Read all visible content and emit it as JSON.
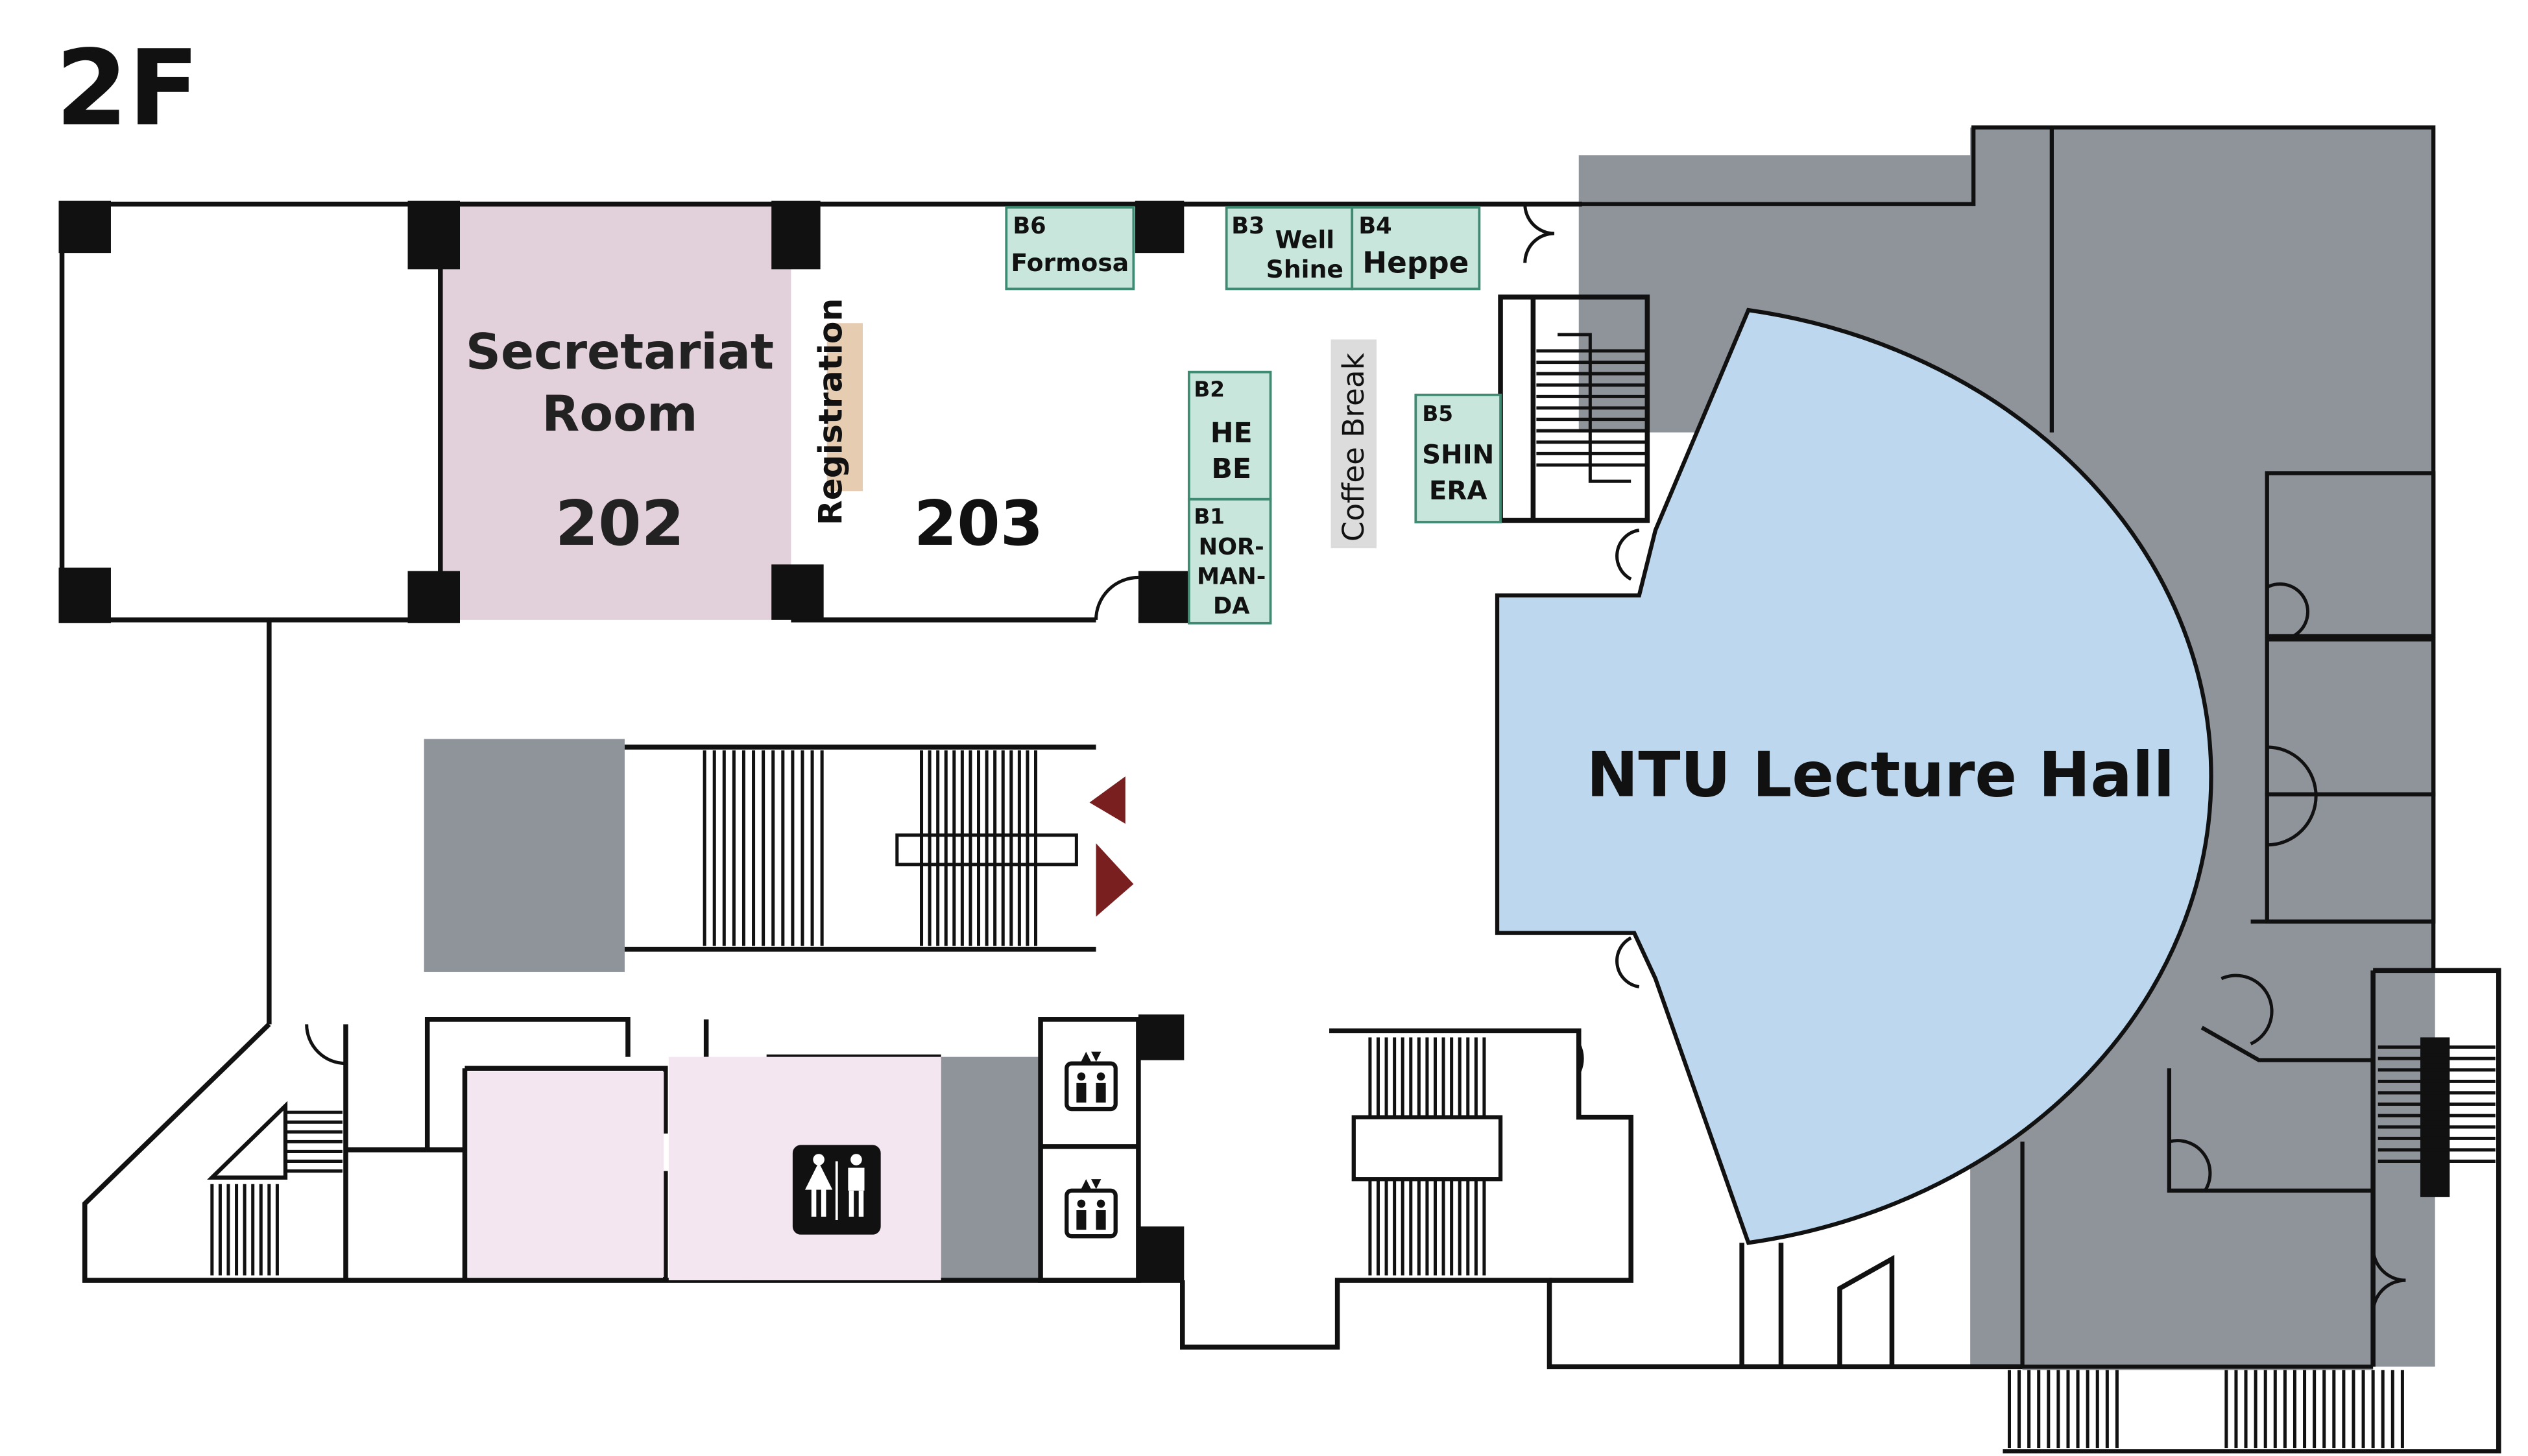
{
  "floor_label": "2F",
  "colors": {
    "wall": "#111111",
    "grey_block": "#8f949a",
    "secretariat_fill": "#e2d0da",
    "restroom_fill": "#f3e6f0",
    "lecture_hall_fill": "#bdd8ee",
    "booth_fill": "#c8e6dc",
    "booth_stroke": "#3f8a72",
    "registration_fill": "#e6cdb2",
    "coffee_fill": "#dcdcdc",
    "arrow_color": "#7a1f1f",
    "pillar": "#111111"
  },
  "rooms": {
    "secretariat_line1": "Secretariat",
    "secretariat_line2": "Room",
    "secretariat_number": "202",
    "room_203": "203",
    "lecture_hall": "NTU Lecture Hall"
  },
  "labels": {
    "registration": "Registration",
    "coffee_break": "Coffee Break"
  },
  "booths": {
    "b6": {
      "code": "B6",
      "name": "Formosa"
    },
    "b3": {
      "code": "B3",
      "name_line1": "Well",
      "name_line2": "Shine"
    },
    "b4": {
      "code": "B4",
      "name": "Heppe"
    },
    "b2": {
      "code": "B2",
      "name_line1": "HE",
      "name_line2": "BE"
    },
    "b1": {
      "code": "B1",
      "name_line1": "NOR-",
      "name_line2": "MAN-",
      "name_line3": "DA"
    },
    "b5": {
      "code": "B5",
      "name_line1": "SHIN",
      "name_line2": "ERA"
    }
  },
  "icons": {
    "restroom": "restroom-icon",
    "elevator": "elevator-icon",
    "arrow": "direction-arrow-icon"
  }
}
